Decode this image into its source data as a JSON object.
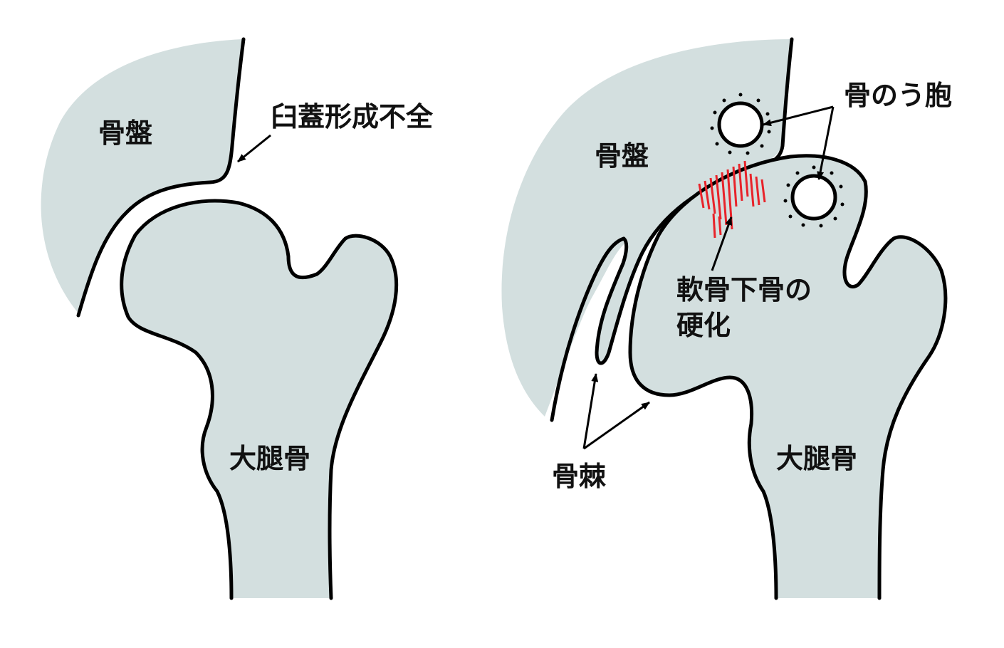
{
  "left_panel": {
    "pelvis_label": "骨盤",
    "dysplasia_label": "臼蓋形成不全",
    "femur_label": "大腿骨"
  },
  "right_panel": {
    "pelvis_label": "骨盤",
    "cyst_label": "骨のう胞",
    "sclerosis_label_line1": "軟骨下骨の",
    "sclerosis_label_line2": "硬化",
    "osteophyte_label": "骨棘",
    "femur_label": "大腿骨"
  },
  "colors": {
    "bone_fill": "#d3dfdf",
    "outline": "#000000",
    "sclerosis_hatch": "#e8232a"
  }
}
